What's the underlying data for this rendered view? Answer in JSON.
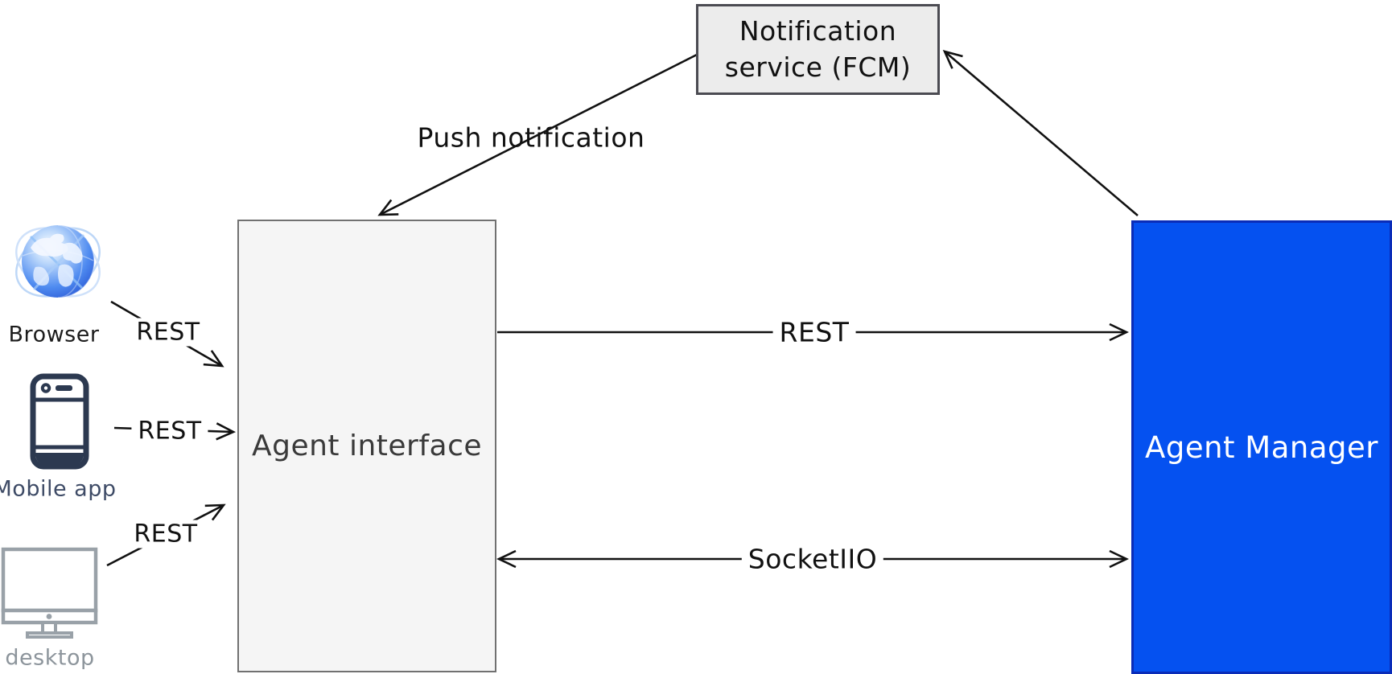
{
  "diagram": {
    "type": "architecture-diagram",
    "background": "#ffffff",
    "edge_color": "#111111",
    "nodes": {
      "notification_service": {
        "label": "Notification service (FCM)",
        "label_line1": "Notification",
        "label_line2": "service (FCM)",
        "fill": "#ececec",
        "border": "#4b4b52",
        "text_color": "#111111"
      },
      "agent_interface": {
        "label": "Agent interface",
        "fill": "#f5f5f5",
        "border": "#717171",
        "text_color": "#3a3a3a"
      },
      "agent_manager": {
        "label": "Agent Manager",
        "fill": "#0551f0",
        "border": "#0a2cb8",
        "text_color": "#ffffff"
      }
    },
    "clients": [
      {
        "label": "Browser",
        "icon": "globe-icon",
        "label_color": "#1c1c1c"
      },
      {
        "label": "Mobile app",
        "icon": "smartphone-icon",
        "label_color": "#3e4b66"
      },
      {
        "label": "desktop",
        "icon": "monitor-icon",
        "label_color": "#8d959c"
      }
    ],
    "edges": [
      {
        "name": "push-notification",
        "label": "Push notification",
        "from": "notification-service",
        "to": "agent-interface",
        "bidirectional": false
      },
      {
        "name": "browser-rest",
        "label": "REST",
        "from": "browser",
        "to": "agent-interface",
        "bidirectional": false
      },
      {
        "name": "mobile-rest",
        "label": "REST",
        "from": "mobile-app",
        "to": "agent-interface",
        "bidirectional": false
      },
      {
        "name": "desktop-rest",
        "label": "REST",
        "from": "desktop",
        "to": "agent-interface",
        "bidirectional": false
      },
      {
        "name": "rest-main",
        "label": "REST",
        "from": "agent-interface",
        "to": "agent-manager",
        "bidirectional": false
      },
      {
        "name": "socketio",
        "label": "SocketIIO",
        "from": "agent-interface",
        "to": "agent-manager",
        "bidirectional": true
      },
      {
        "name": "manager-to-fcm",
        "label": "",
        "from": "agent-manager",
        "to": "notification-service",
        "bidirectional": false
      }
    ]
  }
}
